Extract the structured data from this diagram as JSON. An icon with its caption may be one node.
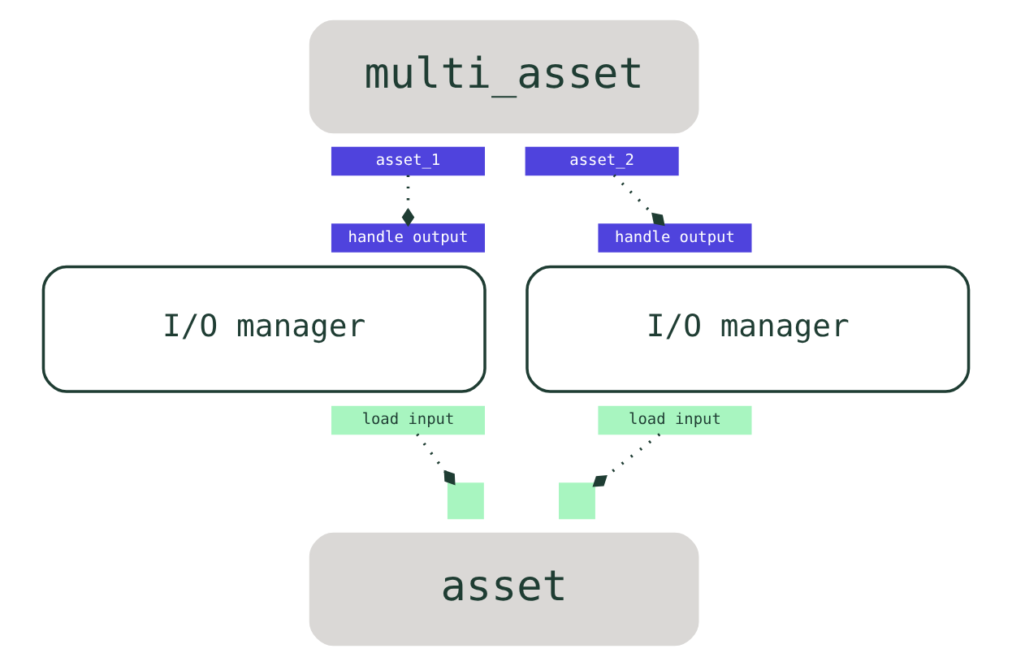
{
  "diagram": {
    "nodes": [
      {
        "text": [
          "multi_asset"
        ]
      },
      {
        "text": [
          "asset_1"
        ]
      },
      {
        "text": [
          "asset_2"
        ]
      },
      {
        "text": [
          "handle output"
        ]
      },
      {
        "text": [
          "handle output"
        ]
      },
      {
        "text": [
          "I/O manager"
        ]
      },
      {
        "text": [
          "I/O manager"
        ]
      },
      {
        "text": [
          "load input"
        ]
      },
      {
        "text": [
          "load input"
        ]
      },
      {
        "text": [],
        "shape": "box"
      },
      {
        "text": [],
        "shape": "box"
      },
      {
        "text": [
          "asset"
        ]
      }
    ],
    "edges": [
      {
        "from": 1,
        "to": 3,
        "arrow": "other",
        "style": "dashed"
      },
      {
        "from": 2,
        "to": 4,
        "arrow": "other",
        "style": "dashed"
      },
      {
        "from": 7,
        "to": 9,
        "arrow": "other",
        "style": "dashed"
      },
      {
        "from": 8,
        "to": 10,
        "arrow": "other",
        "style": "dashed"
      }
    ]
  }
}
